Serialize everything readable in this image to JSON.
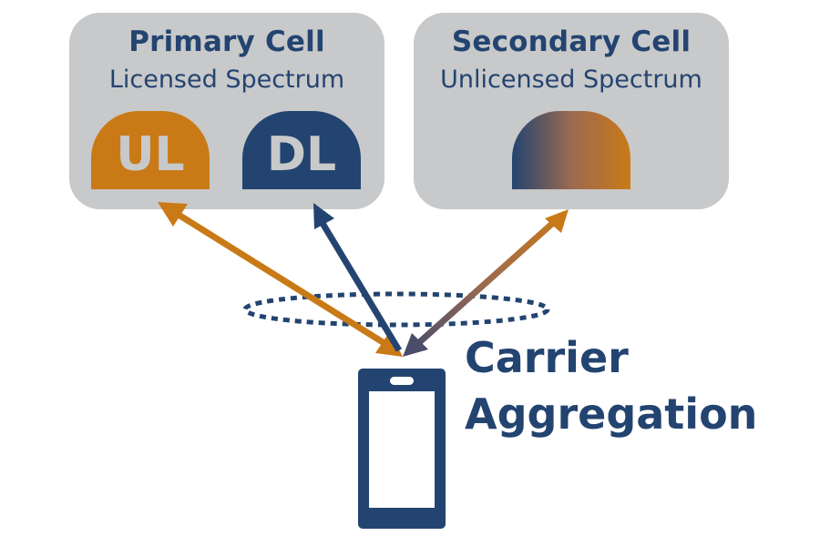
{
  "primary_cell": {
    "title": "Primary Cell",
    "subtitle": "Licensed Spectrum",
    "uplink_label": "UL",
    "downlink_label": "DL"
  },
  "secondary_cell": {
    "title": "Secondary Cell",
    "subtitle": "Unlicensed Spectrum",
    "dome_label": ""
  },
  "caption": {
    "line1": "Carrier",
    "line2": "Aggregation"
  },
  "colors": {
    "navy": "#234470",
    "orange": "#c97a17",
    "panel_gray": "#c8c9ca"
  },
  "icons": {
    "device": "smartphone-icon",
    "aggregation_ring": "dotted-ellipse"
  }
}
